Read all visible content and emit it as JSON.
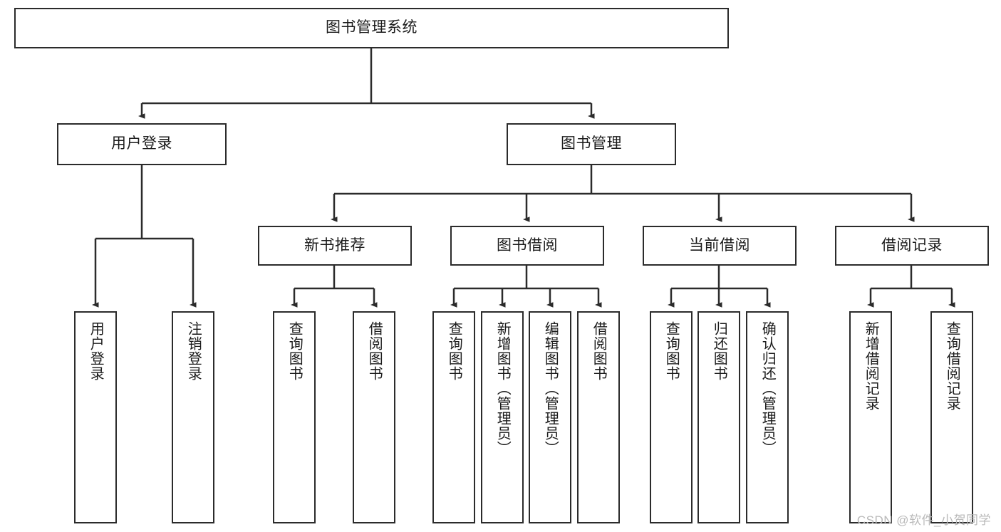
{
  "diagram": {
    "type": "tree",
    "title": "图书管理系统",
    "root": {
      "label": "图书管理系统"
    },
    "level2": [
      {
        "label": "用户登录"
      },
      {
        "label": "图书管理"
      }
    ],
    "level3": [
      {
        "label": "新书推荐"
      },
      {
        "label": "图书借阅"
      },
      {
        "label": "当前借阅"
      },
      {
        "label": "借阅记录"
      }
    ],
    "leaves": {
      "user_login": [
        {
          "label": "用户登录"
        },
        {
          "label": "注销登录"
        }
      ],
      "new_book_recommend": [
        {
          "label": "查询图书"
        },
        {
          "label": "借阅图书"
        }
      ],
      "book_borrow": [
        {
          "label": "查询图书"
        },
        {
          "label": "新增图书（管理员）"
        },
        {
          "label": "编辑图书（管理员）"
        },
        {
          "label": "借阅图书"
        }
      ],
      "current_borrow": [
        {
          "label": "查询图书"
        },
        {
          "label": "归还图书"
        },
        {
          "label": "确认归还（管理员）"
        }
      ],
      "borrow_record": [
        {
          "label": "新增借阅记录"
        },
        {
          "label": "查询借阅记录"
        }
      ]
    }
  },
  "watermark": {
    "text": "CSDN @软件_小贺同学"
  },
  "colors": {
    "border": "#2b2b2b",
    "background": "#ffffff",
    "text": "#1b1b1b",
    "watermark": "#b9b9b9"
  }
}
